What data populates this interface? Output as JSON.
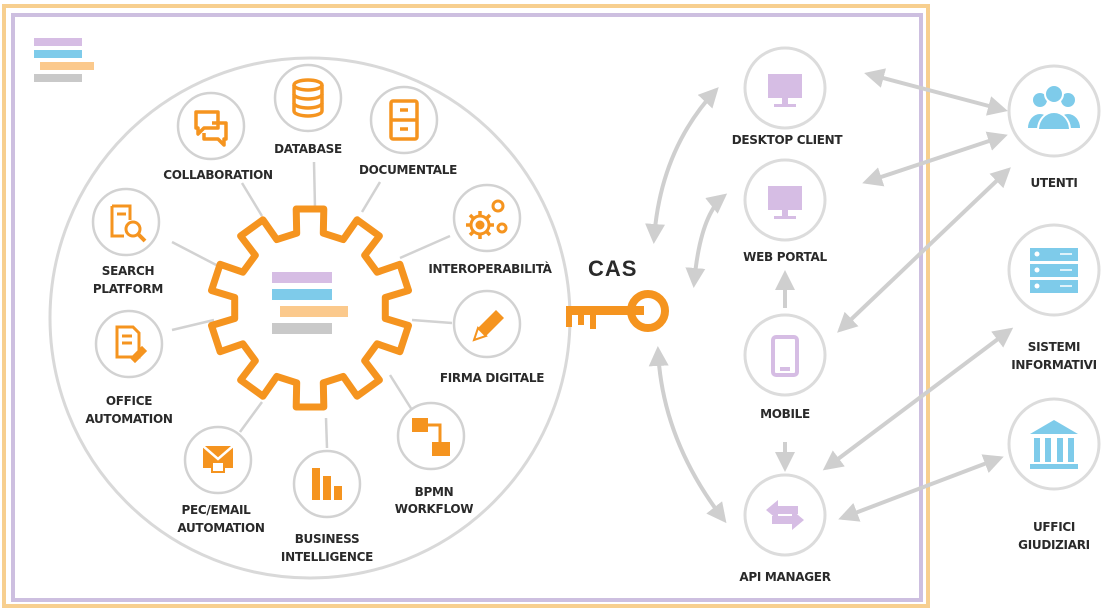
{
  "colors": {
    "orange": "#f5941f",
    "grey_ring": "#d2d2d2",
    "purple": "#d6bde4",
    "blue": "#7ecbea",
    "frame_outer": "#f7cf8f",
    "frame_inner": "#cdbfe0"
  },
  "modules": {
    "collaboration": "COLLABORATION",
    "database": "DATABASE",
    "documentale": "DOCUMENTALE",
    "interoperabilita": "INTEROPERABILITÀ",
    "firma_digitale": "FIRMA DIGITALE",
    "bpmn_1": "BPMN",
    "bpmn_2": "WORKFLOW",
    "bi_1": "BUSINESS",
    "bi_2": "INTELLIGENCE",
    "pec_1": "PEC/EMAIL",
    "pec_2": "AUTOMATION",
    "office_1": "OFFICE",
    "office_2": "AUTOMATION",
    "search_1": "SEARCH",
    "search_2": "PLATFORM"
  },
  "cas": "CAS",
  "clients": {
    "desktop": "DESKTOP CLIENT",
    "web": "WEB PORTAL",
    "mobile": "MOBILE",
    "api": "API MANAGER"
  },
  "actors": {
    "utenti": "UTENTI",
    "sistemi_1": "SISTEMI",
    "sistemi_2": "INFORMATIVI",
    "uffici_1": "UFFICI",
    "uffici_2": "GIUDIZIARI"
  },
  "icons": [
    "logo-bars-icon",
    "chat-bubbles-icon",
    "database-icon",
    "file-cabinet-icon",
    "gears-icon",
    "pen-icon",
    "flowchart-icon",
    "bar-chart-icon",
    "envelope-icon",
    "document-edit-icon",
    "search-document-icon",
    "central-gear-icon",
    "key-icon",
    "monitor-icon",
    "smartphone-icon",
    "api-arrows-icon",
    "users-icon",
    "server-icon",
    "courthouse-icon"
  ]
}
